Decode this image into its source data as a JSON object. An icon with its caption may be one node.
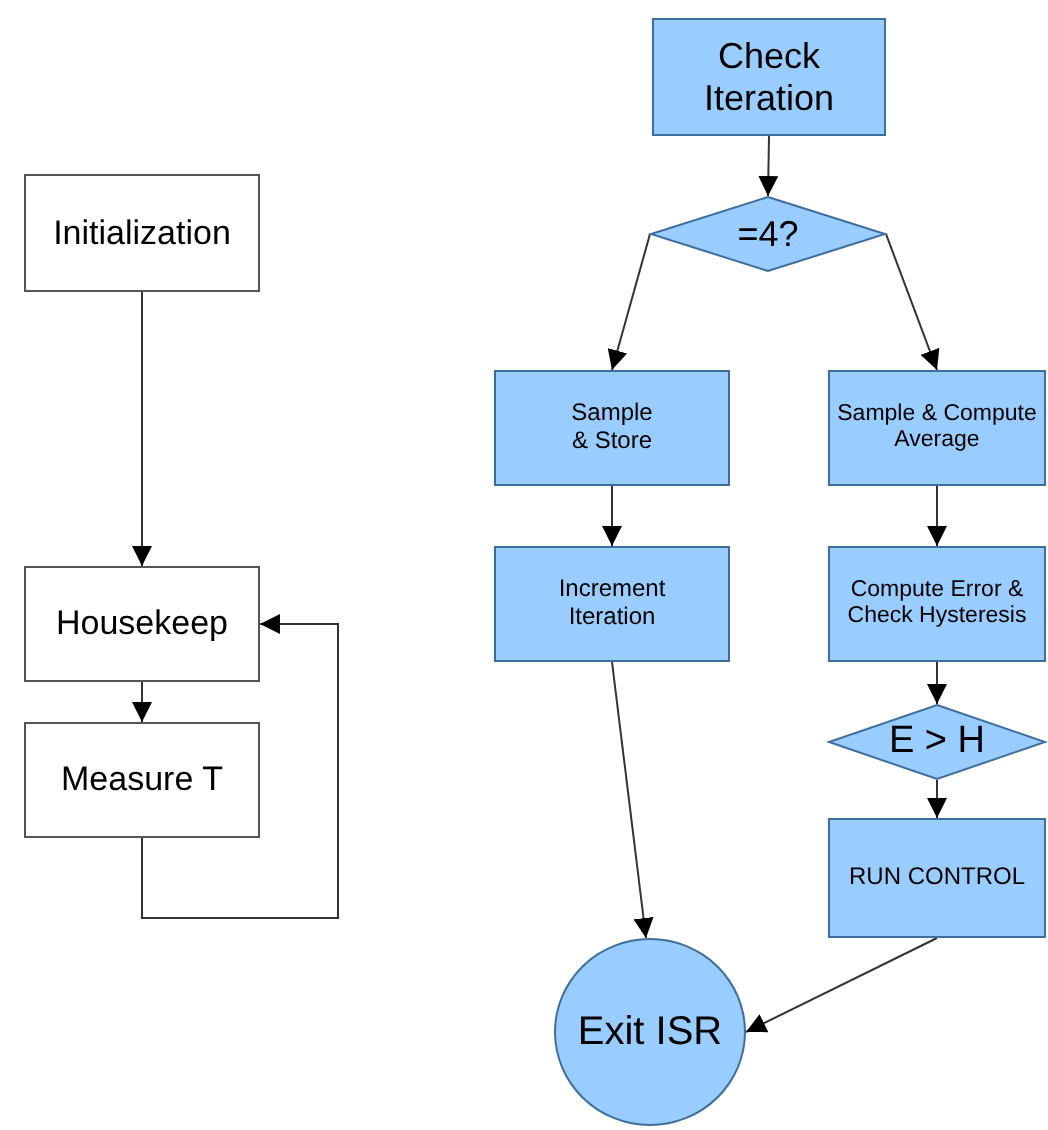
{
  "diagram": {
    "nodes": [
      {
        "text": [
          "Initialization"
        ]
      },
      {
        "text": [
          "Housekeep"
        ]
      },
      {
        "text": [
          "Measure T"
        ]
      },
      {
        "text": [
          "Check Iteration"
        ]
      },
      {
        "text": [
          "=4?"
        ]
      },
      {
        "text": [
          "Sample & Store"
        ]
      },
      {
        "text": [
          "Sample & Compute Average"
        ]
      },
      {
        "text": [
          "Increment Iteration"
        ]
      },
      {
        "text": [
          "Compute Error & Check Hysteresis"
        ]
      },
      {
        "text": [
          "E > H"
        ]
      },
      {
        "text": [
          "RUN CONTROL"
        ]
      },
      {
        "text": [
          "Exit ISR"
        ]
      }
    ],
    "edges": [
      {
        "from": 0,
        "to": 1,
        "arrow": "to"
      },
      {
        "from": 1,
        "to": 2,
        "arrow": "to"
      },
      {
        "from": 2,
        "to": 1,
        "arrow": "to"
      },
      {
        "from": 3,
        "to": 4,
        "arrow": "to"
      },
      {
        "from": 4,
        "to": 5,
        "arrow": "to"
      },
      {
        "from": 4,
        "to": 6,
        "arrow": "to"
      },
      {
        "from": 5,
        "to": 7,
        "arrow": "to"
      },
      {
        "from": 7,
        "to": 11,
        "arrow": "to"
      },
      {
        "from": 6,
        "to": 8,
        "arrow": "to"
      },
      {
        "from": 8,
        "to": 9,
        "arrow": "to"
      },
      {
        "from": 9,
        "to": 10,
        "arrow": "to"
      },
      {
        "from": 10,
        "to": 11,
        "arrow": "to"
      }
    ]
  }
}
